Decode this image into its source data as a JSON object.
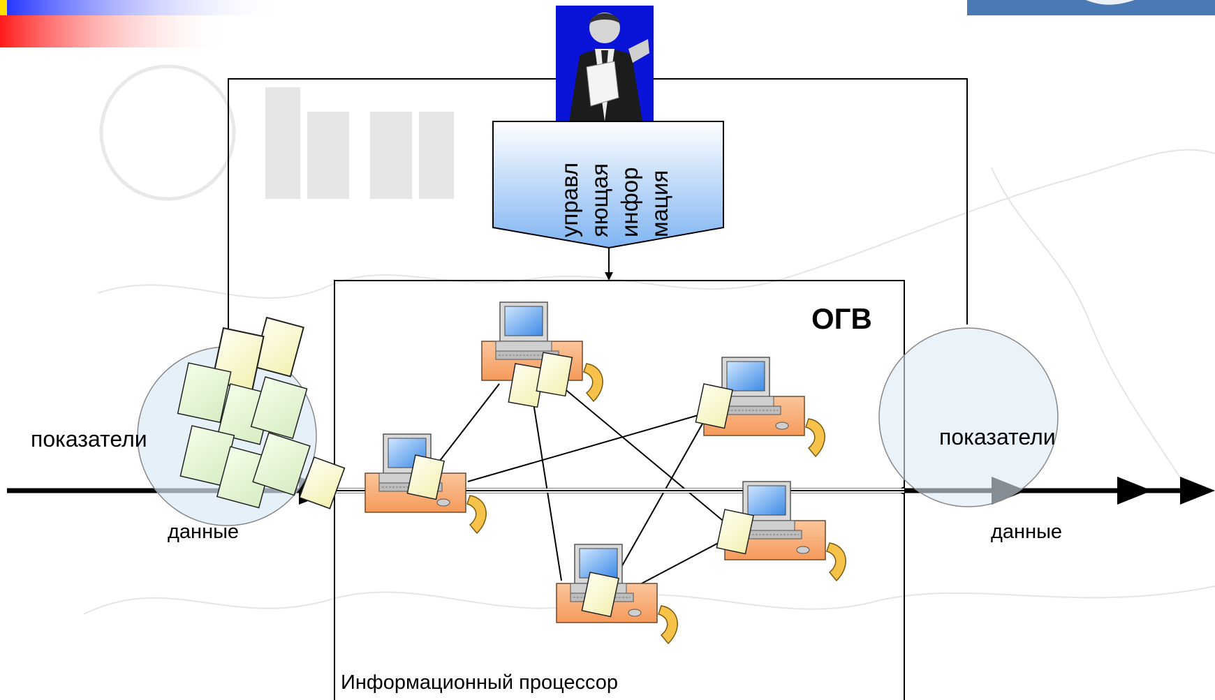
{
  "diagram": {
    "organ_label": "ОГВ",
    "processor_label": "Информационный процессор",
    "control_info_lines": [
      "управл",
      "яющая",
      "инфор",
      "мация"
    ],
    "left_indicators": "показатели",
    "left_data": "данные",
    "right_indicators": "показатели",
    "right_data": "данные"
  },
  "colors": {
    "arrow_fill_top": "#ffffff",
    "arrow_fill_bottom": "#7fb4f2",
    "desk_orange": "#f7a66c",
    "paper": "#fffde0",
    "circle_fill": "#dce9f7",
    "portrait_bg": "#0a14d8",
    "bar_blue": "#2a2af0",
    "bar_red": "#f02a2a",
    "bar_yellow": "#ffe000"
  },
  "icons": [
    "manager-portrait-icon",
    "computer-workstation-icon",
    "document-stack-icon"
  ]
}
